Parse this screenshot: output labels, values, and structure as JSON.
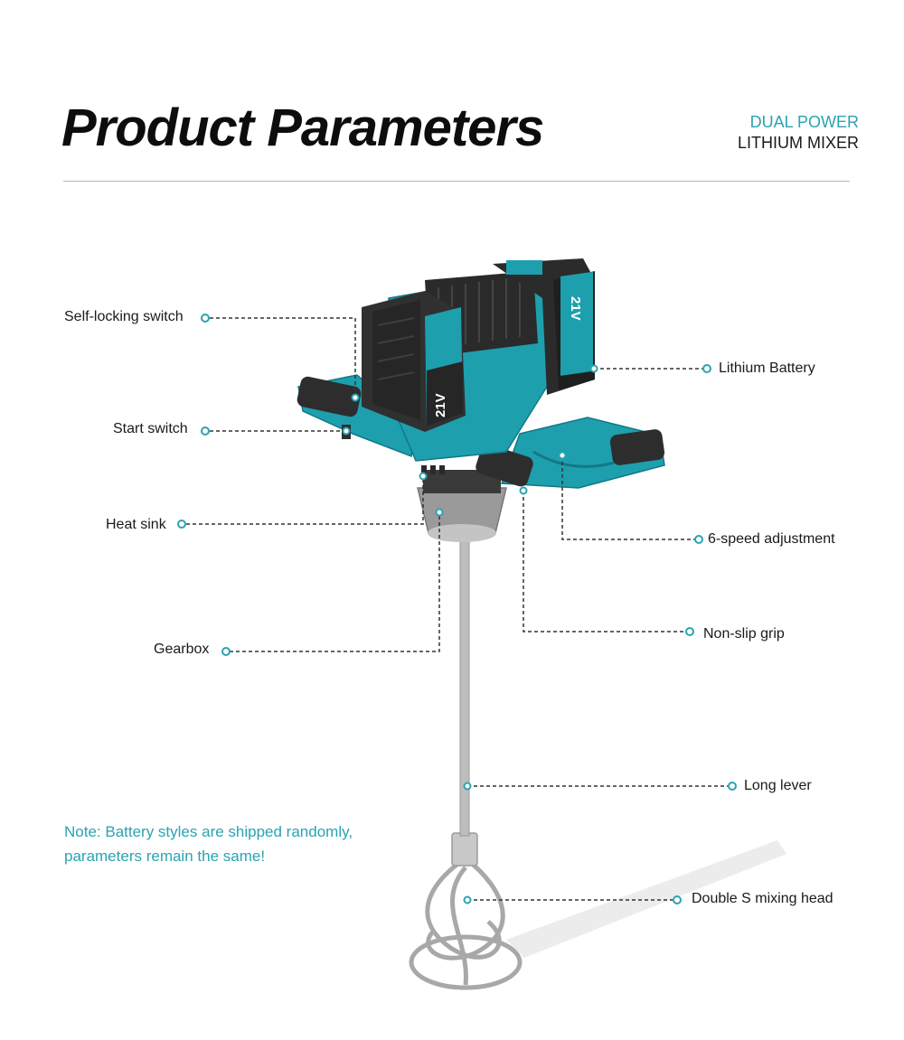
{
  "header": {
    "title": "Product Parameters",
    "subtitle_line1": "DUAL POWER",
    "subtitle_line2": "LITHIUM MIXER"
  },
  "battery_label": "21V",
  "callouts": {
    "self_locking_switch": "Self-locking switch",
    "start_switch": "Start switch",
    "heat_sink": "Heat sink",
    "gearbox": "Gearbox",
    "lithium_battery": "Lithium Battery",
    "six_speed_adjustment": "6-speed adjustment",
    "non_slip_grip": "Non-slip grip",
    "long_lever": "Long lever",
    "double_s_mixing_head": "Double S mixing head"
  },
  "note": {
    "line1": "Note: Battery styles are shipped randomly,",
    "line2": "parameters remain the same!"
  },
  "colors": {
    "accent": "#2aa3b2",
    "tool_body": "#1d9fae",
    "battery": "#2b2b2b",
    "text": "#1a1a1a"
  }
}
